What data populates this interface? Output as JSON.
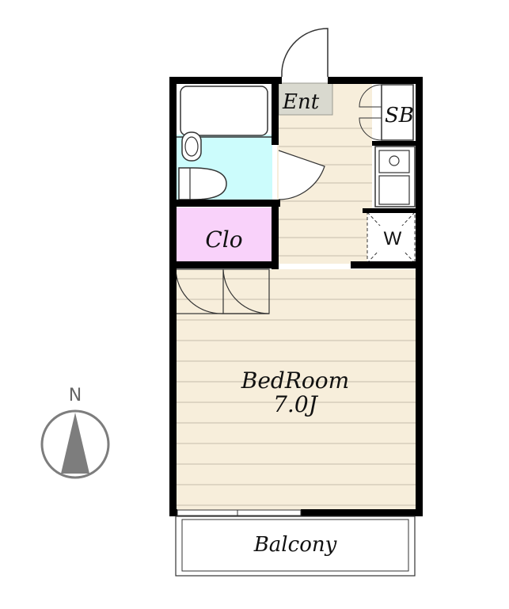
{
  "labels": {
    "entrance": "Ent",
    "shoe_box": "SB",
    "washer": "W",
    "closet": "Clo",
    "bedroom": "BedRoom",
    "bedroom_size": "7.0J",
    "balcony": "Balcony"
  },
  "compass": {
    "north": "N"
  },
  "colors": {
    "wall": "#000000",
    "bathroom": "#ccfcfc",
    "closet": "#f9d2fa",
    "floor": "#f7eedb",
    "floor_lines": "#cfc6b5",
    "entrance_tile": "#d9d9cf",
    "compass_arrow": "#7d7d7d"
  }
}
